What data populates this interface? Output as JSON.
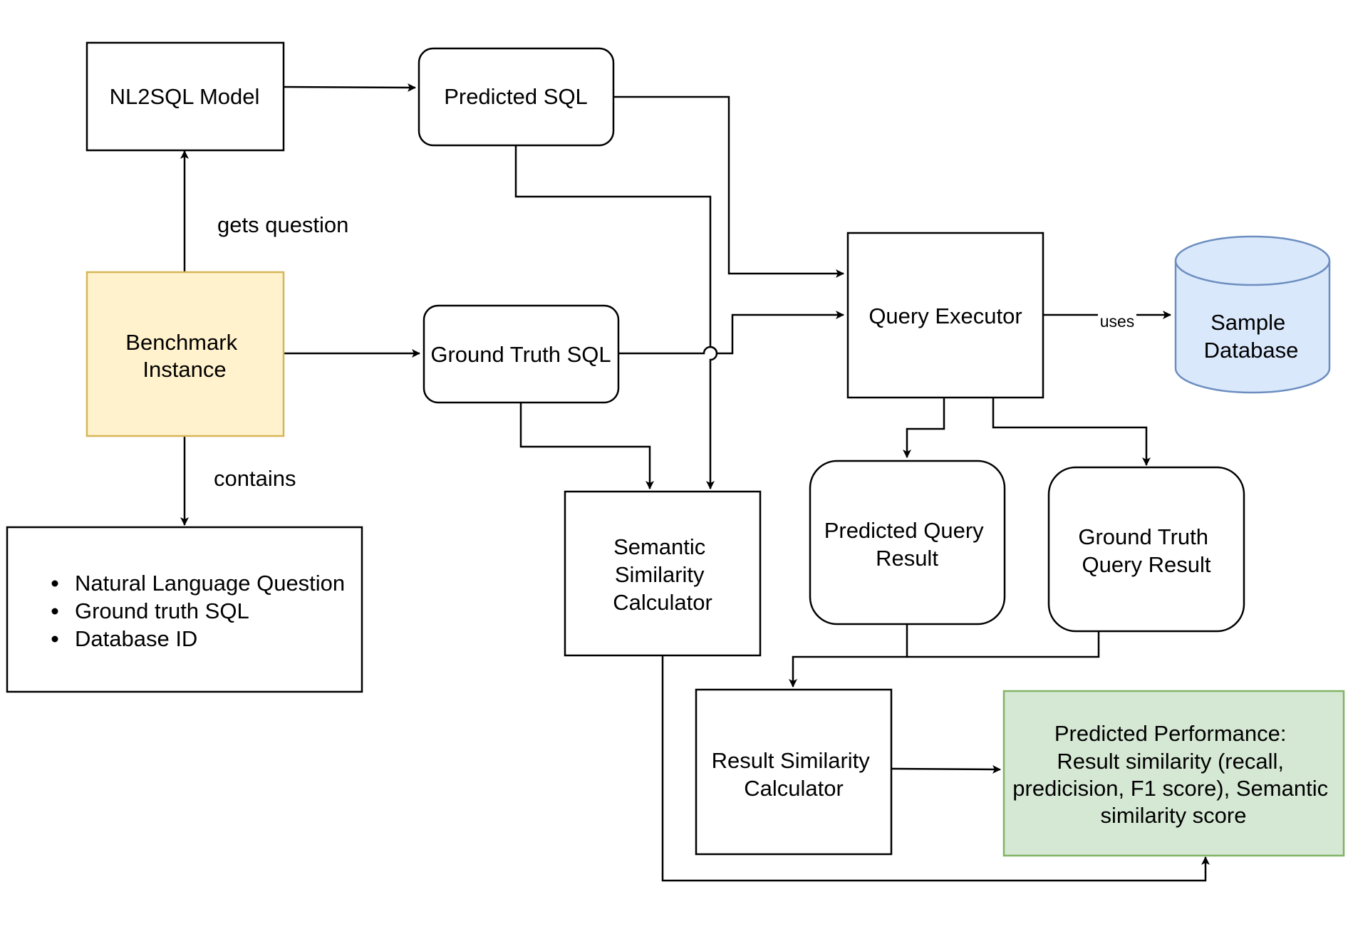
{
  "nodes": {
    "nl2sql_model": "NL2SQL Model",
    "predicted_sql": "Predicted SQL",
    "benchmark_instance": [
      "Benchmark",
      "Instance"
    ],
    "ground_truth_sql": "Ground Truth SQL",
    "query_executor": "Query Executor",
    "sample_database": [
      "Sample",
      "Database"
    ],
    "instance_contents": [
      "Natural Language Question",
      "Ground truth SQL",
      "Database ID"
    ],
    "semantic_similarity_calculator": [
      "Semantic",
      "Similarity",
      "Calculator"
    ],
    "predicted_query_result": [
      "Predicted Query",
      "Result"
    ],
    "ground_truth_query_result": [
      "Ground Truth",
      "Query Result"
    ],
    "result_similarity_calculator": [
      "Result Similarity",
      "Calculator"
    ],
    "predicted_performance": [
      "Predicted Performance:",
      "Result similarity  (recall,",
      "predicision, F1 score), Semantic",
      "similarity score"
    ]
  },
  "edge_labels": {
    "gets_question": "gets question",
    "contains": "contains",
    "uses": "uses"
  },
  "colors": {
    "benchmark_fill": "#fff2cc",
    "benchmark_stroke": "#d6b656",
    "database_fill": "#dae8fc",
    "database_stroke": "#6c8ebf",
    "performance_fill": "#d5e8d4",
    "performance_stroke": "#82b366"
  }
}
